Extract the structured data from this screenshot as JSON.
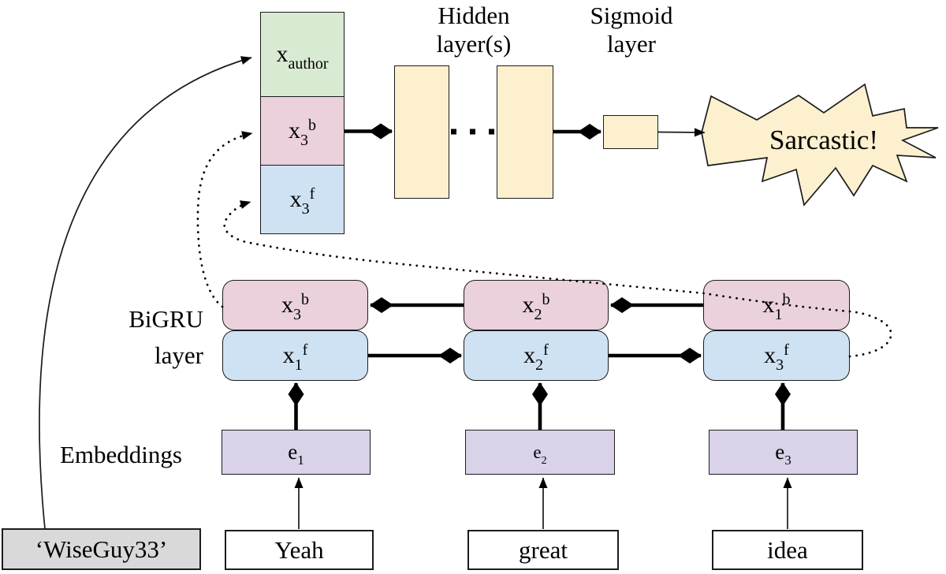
{
  "labels": {
    "hidden": "Hidden\nlayer(s)",
    "sigmoid": "Sigmoid\nlayer",
    "bigru": "BiGRU\nlayer",
    "embeddings": "Embeddings",
    "output": "Sarcastic!"
  },
  "stack": {
    "author": {
      "base": "x",
      "sub": "author"
    },
    "backward": {
      "base": "x",
      "sub": "3",
      "sup": "b"
    },
    "forward": {
      "base": "x",
      "sub": "3",
      "sup": "f"
    }
  },
  "bigru": {
    "backward": [
      {
        "base": "x",
        "sub": "3",
        "sup": "b"
      },
      {
        "base": "x",
        "sub": "2",
        "sup": "b"
      },
      {
        "base": "x",
        "sub": "1",
        "sup": "b"
      }
    ],
    "forward": [
      {
        "base": "x",
        "sub": "1",
        "sup": "f"
      },
      {
        "base": "x",
        "sub": "2",
        "sup": "f"
      },
      {
        "base": "x",
        "sub": "3",
        "sup": "f"
      }
    ]
  },
  "embeddings": {
    "cells": [
      {
        "base": "e",
        "sub": "1"
      },
      {
        "base": "e",
        "sub": "2"
      },
      {
        "base": "e",
        "sub": "3"
      }
    ]
  },
  "inputs": {
    "author": "‘WiseGuy33’",
    "words": [
      "Yeah",
      "great",
      "idea"
    ]
  },
  "colors": {
    "author_embedding": "#D9EAD3",
    "backward_cell": "#EAD1DC",
    "forward_cell": "#CFE2F3",
    "dense_layer": "#FCF0CE",
    "word_embedding": "#D9D2E9",
    "author_input": "#D9D9D9",
    "word_input": "#FFFFFF",
    "connector": "#000000"
  }
}
